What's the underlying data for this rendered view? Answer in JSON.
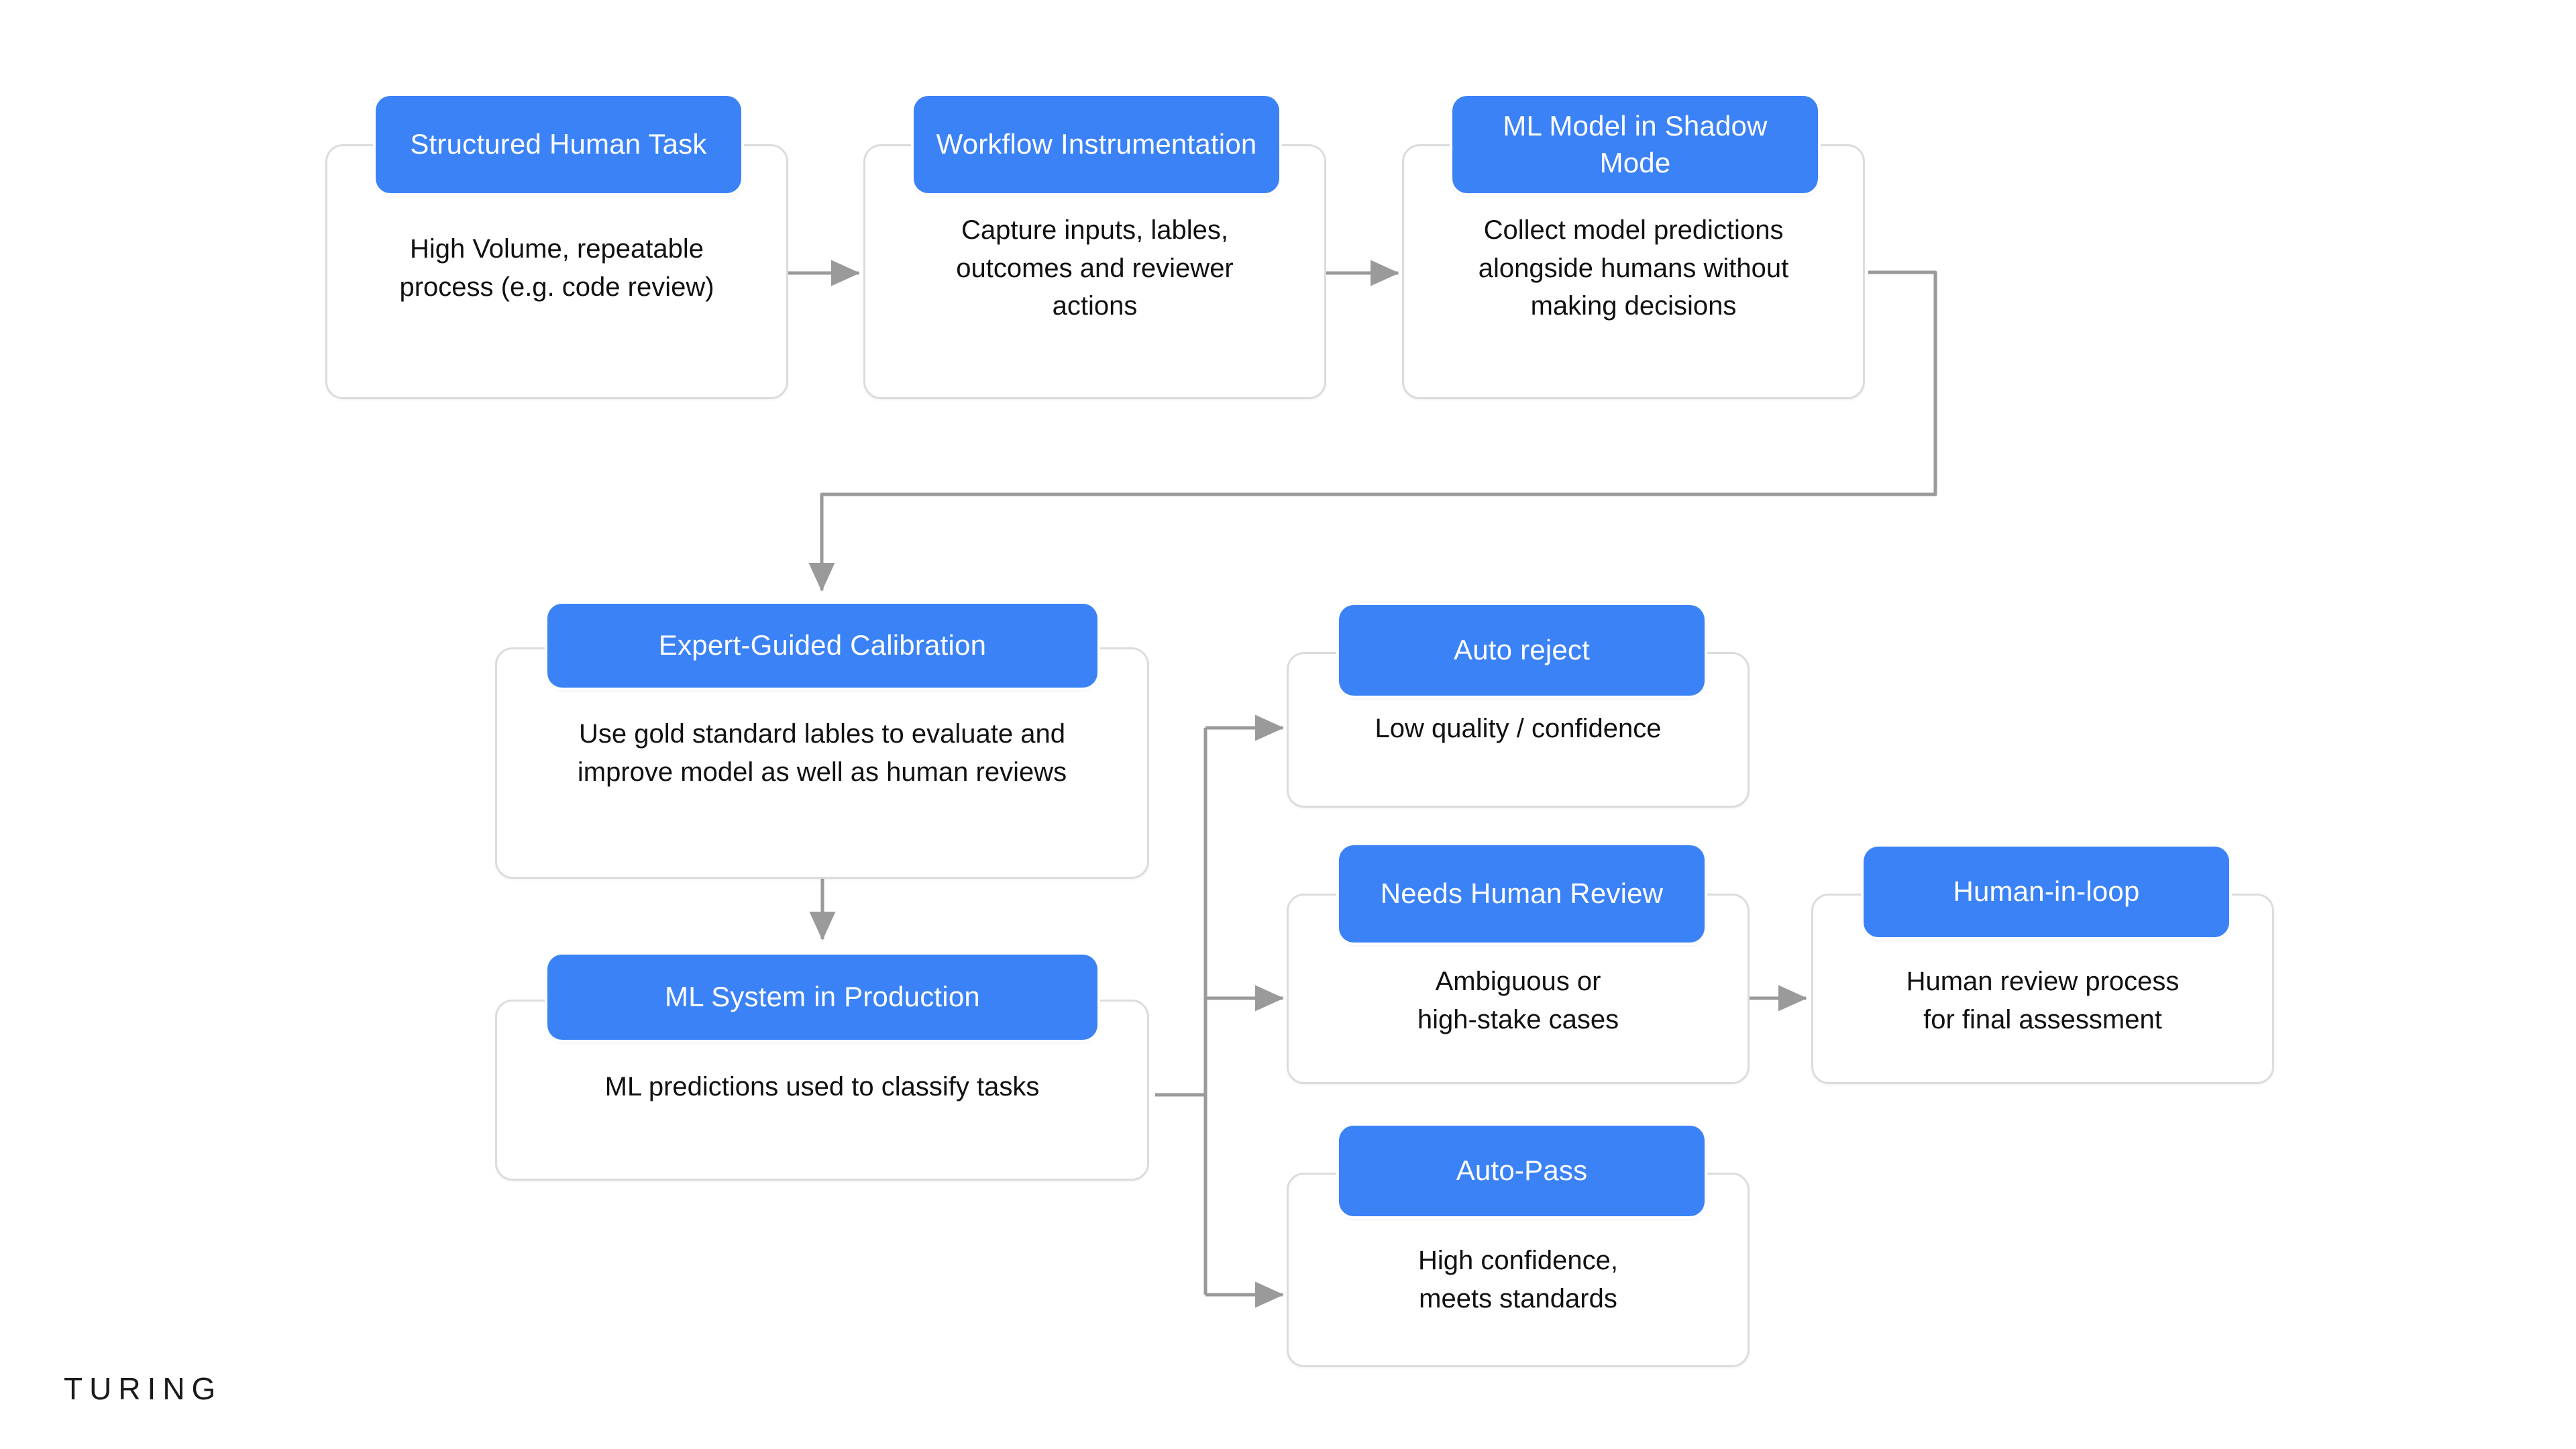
{
  "brand": {
    "label": "TURING"
  },
  "colors": {
    "pill_blue": "#3b82f6",
    "card_border": "#dcdcdc",
    "connector_gray": "#9a9a9a",
    "text_dark": "#111111",
    "background": "#ffffff"
  },
  "diagram": {
    "type": "flowchart",
    "title": "",
    "nodes": [
      {
        "id": "structured-human-task",
        "title": "Structured\nHuman Task",
        "description": "High Volume, repeatable\nprocess (e.g. code review)"
      },
      {
        "id": "workflow-instrumentation",
        "title": "Workflow\nInstrumentation",
        "description": "Capture inputs, lables,\noutcomes and reviewer\nactions"
      },
      {
        "id": "ml-model-shadow-mode",
        "title": "ML Model in\nShadow Mode",
        "description": "Collect model predictions\nalongside humans without\nmaking decisions"
      },
      {
        "id": "expert-guided-calibration",
        "title": "Expert-Guided Calibration",
        "description": "Use gold standard lables to evaluate and\nimprove model as well as human reviews"
      },
      {
        "id": "ml-system-in-production",
        "title": "ML System in Production",
        "description": "ML predictions used to classify tasks"
      },
      {
        "id": "auto-reject",
        "title": "Auto reject",
        "description": "Low quality / confidence"
      },
      {
        "id": "needs-human-review",
        "title": "Needs Human\nReview",
        "description": "Ambiguous or\nhigh-stake cases"
      },
      {
        "id": "human-in-loop",
        "title": "Human-in-loop",
        "description": "Human review process\nfor final assessment"
      },
      {
        "id": "auto-pass",
        "title": "Auto-Pass",
        "description": "High confidence,\nmeets standards"
      }
    ],
    "edges": [
      {
        "from": "structured-human-task",
        "to": "workflow-instrumentation"
      },
      {
        "from": "workflow-instrumentation",
        "to": "ml-model-shadow-mode"
      },
      {
        "from": "ml-model-shadow-mode",
        "to": "expert-guided-calibration"
      },
      {
        "from": "expert-guided-calibration",
        "to": "ml-system-in-production"
      },
      {
        "from": "ml-system-in-production",
        "to": "auto-reject"
      },
      {
        "from": "ml-system-in-production",
        "to": "needs-human-review"
      },
      {
        "from": "ml-system-in-production",
        "to": "auto-pass"
      },
      {
        "from": "needs-human-review",
        "to": "human-in-loop"
      }
    ]
  }
}
